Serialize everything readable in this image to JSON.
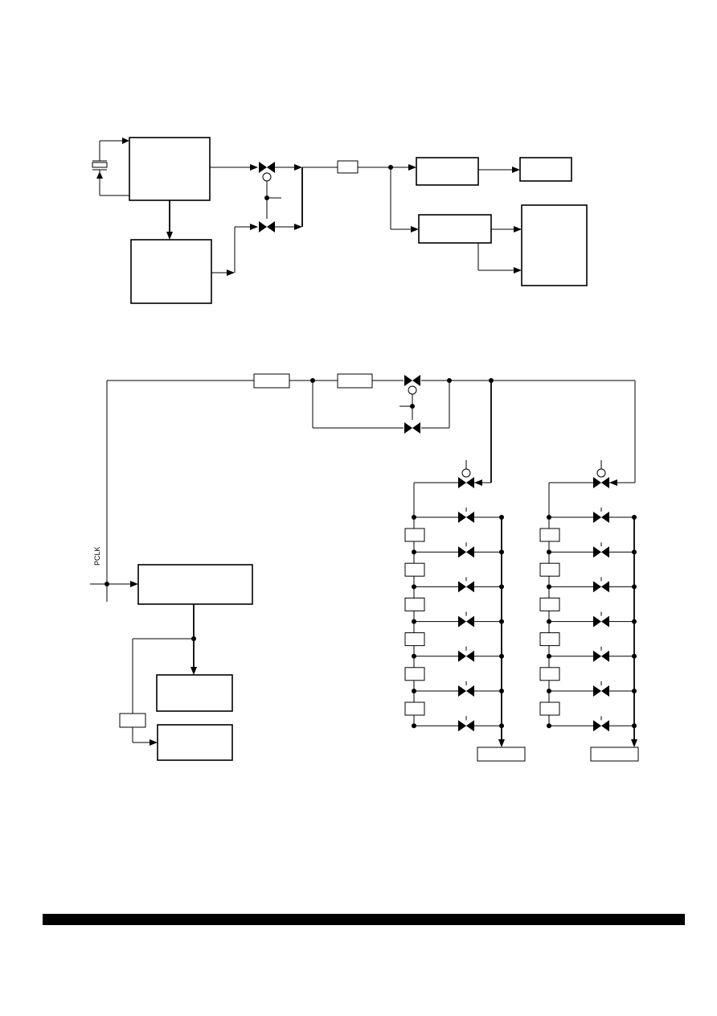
{
  "labels": {
    "pclk": "PCLK"
  },
  "colors": {
    "line": "#000000",
    "background": "#ffffff"
  },
  "divider_columns": [
    "left",
    "right"
  ],
  "divider_stage_count": 7
}
